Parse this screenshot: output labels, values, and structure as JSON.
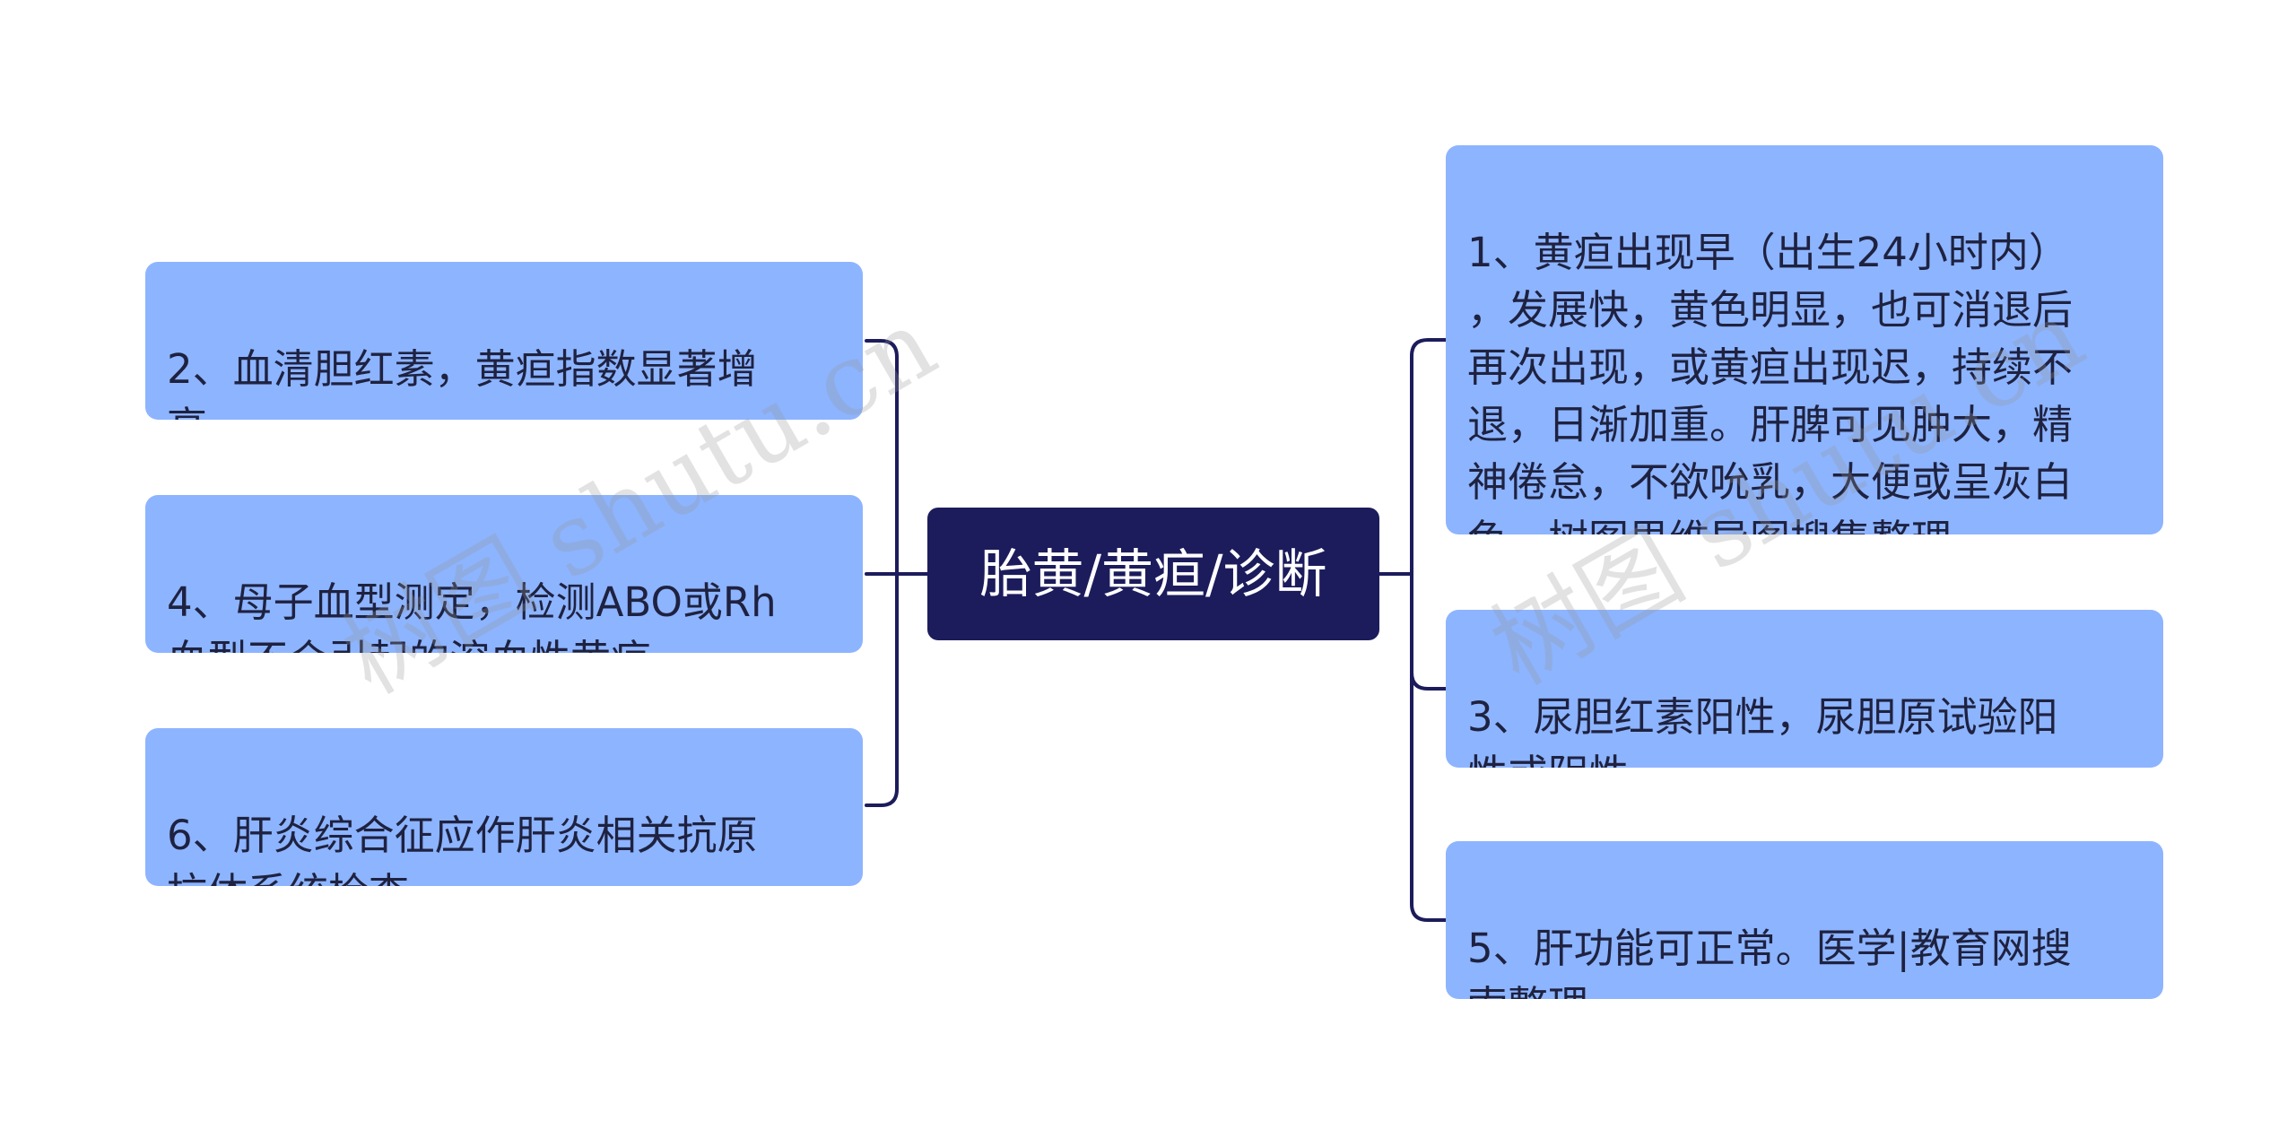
{
  "central": {
    "label": "胎黄/黄疸/诊断"
  },
  "left_nodes": [
    {
      "text": "2、血清胆红素，黄疸指数显著增\n高。"
    },
    {
      "text": "4、母子血型测定，检测ABO或Rh\n血型不合引起的溶血性黄疸。"
    },
    {
      "text": "6、肝炎综合征应作肝炎相关抗原\n抗体系统检查。"
    }
  ],
  "right_nodes": [
    {
      "text": "1、黄疸出现早（出生24小时内）\n，发展快，黄色明显，也可消退后\n再次出现，或黄疸出现迟，持续不\n退，日渐加重。肝脾可见肿大，精\n神倦怠，不欲吮乳，大便或呈灰白\n色。树图思维导图搜集整理"
    },
    {
      "text": "3、尿胆红素阳性，尿胆原试验阳\n性或阴性。"
    },
    {
      "text": "5、肝功能可正常。医学|教育网搜\n索整理"
    }
  ],
  "watermarks": [
    "树图 shutu.cn",
    "树图 shutu.cn"
  ],
  "colors": {
    "central_bg": "#1c1c5c",
    "node_bg": "#8db4ff",
    "connector": "#1c1c5c"
  }
}
